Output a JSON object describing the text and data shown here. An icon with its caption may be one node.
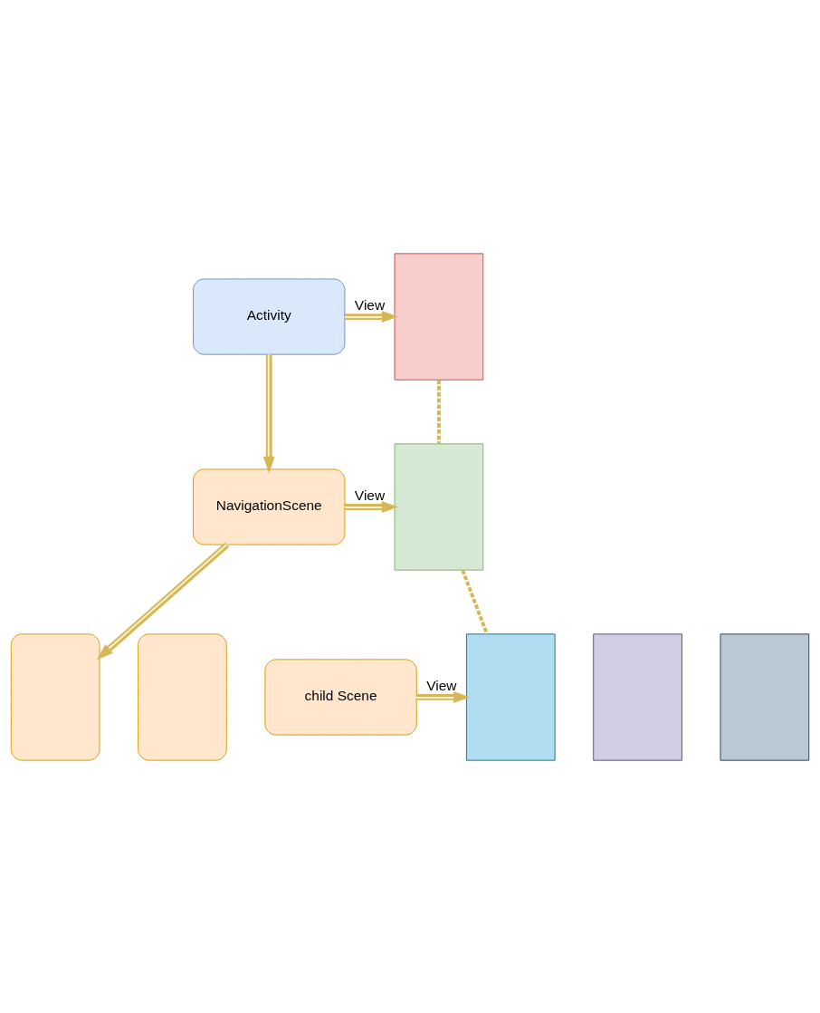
{
  "diagram": {
    "nodes": [
      {
        "text": [
          "Activity"
        ]
      },
      {
        "text": [],
        "shape": "box"
      },
      {
        "text": [
          "NavigationScene"
        ]
      },
      {
        "text": [],
        "shape": "box"
      },
      {
        "text": [],
        "shape": "box"
      },
      {
        "text": [],
        "shape": "box"
      },
      {
        "text": [
          "child Scene"
        ]
      },
      {
        "text": [],
        "shape": "box"
      },
      {
        "text": [],
        "shape": "box"
      },
      {
        "text": [],
        "shape": "box"
      }
    ],
    "edges": [
      {
        "from": 0,
        "to": 1,
        "arrow": "to",
        "label": "View"
      },
      {
        "from": 0,
        "to": 2,
        "arrow": "to"
      },
      {
        "from": 2,
        "to": 3,
        "arrow": "to",
        "label": "View"
      },
      {
        "from": 2,
        "to": 4,
        "arrow": "to"
      },
      {
        "from": 6,
        "to": 7,
        "arrow": "to",
        "label": "View"
      },
      {
        "from": 1,
        "to": 3,
        "arrow": "none",
        "style": "dashed"
      },
      {
        "from": 3,
        "to": 7,
        "arrow": "none",
        "style": "dashed"
      }
    ]
  }
}
